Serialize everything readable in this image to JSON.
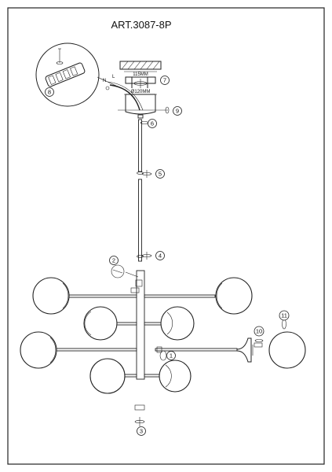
{
  "title": "ART.3087-8P",
  "dimensions": {
    "canopy_width": "115MM",
    "canopy_diameter": "Ø120MM"
  },
  "callouts": [
    "1",
    "2",
    "3",
    "4",
    "5",
    "6",
    "7",
    "8",
    "9",
    "10",
    "11"
  ],
  "canopy_labels": {
    "n": "N",
    "l": "L"
  }
}
